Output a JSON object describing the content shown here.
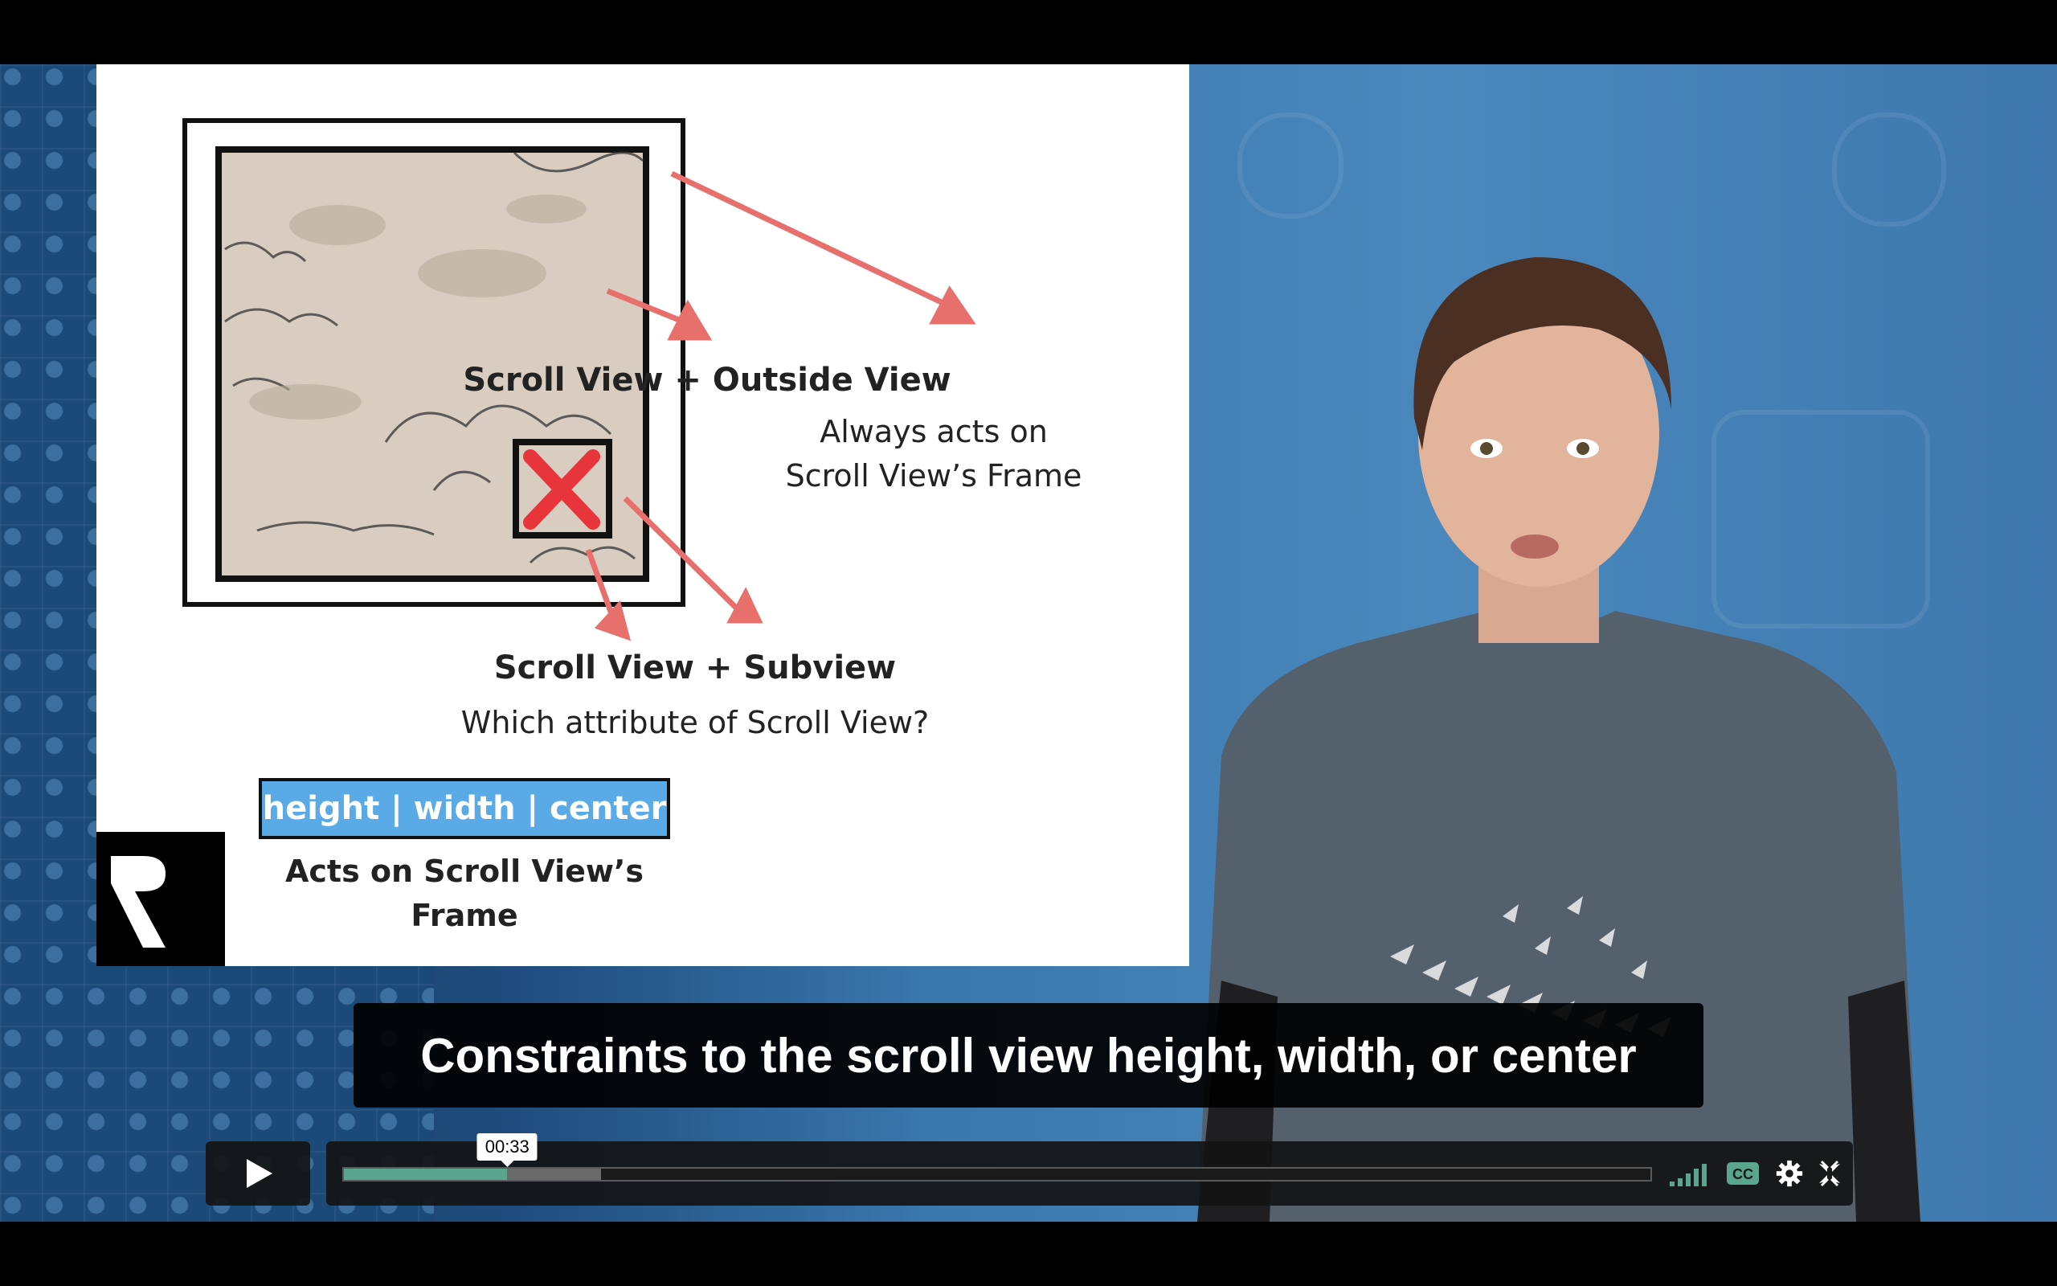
{
  "slide": {
    "outside_title": "Scroll View + Outside View",
    "outside_line1": "Always acts on",
    "outside_line2": "Scroll View’s Frame",
    "subview_title": "Scroll View + Subview",
    "subview_question": "Which attribute of Scroll View?",
    "attributes": "height | width | center",
    "acts_line1": "Acts on Scroll View’s",
    "acts_line2": "Frame"
  },
  "caption": "Constraints to the scroll view height, width, or center",
  "player": {
    "current_time": "00:33",
    "played_fraction": 0.125,
    "loaded_fraction": 0.197,
    "accent_color": "#5ba58f",
    "icons": [
      "play-icon",
      "volume-bars-icon",
      "closed-captions-icon",
      "settings-gear-icon",
      "exit-fullscreen-icon"
    ]
  }
}
